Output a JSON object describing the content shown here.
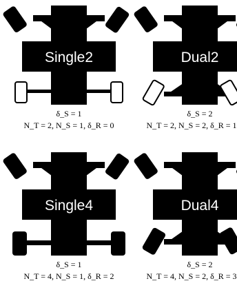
{
  "panels": [
    {
      "name": "Single2",
      "title": "Single2",
      "formula_line1": "δ_S = 1",
      "formula_line2": "N_T = 2, N_S = 1, δ_R = 0",
      "rear_wheels": "outline-straight"
    },
    {
      "name": "Dual2",
      "title": "Dual2",
      "formula_line1": "δ_S = 2",
      "formula_line2": "N_T = 2, N_S = 2, δ_R = 1",
      "rear_wheels": "outline-steered"
    },
    {
      "name": "Single4",
      "title": "Single4",
      "formula_line1": "δ_S = 1",
      "formula_line2": "N_T = 4, N_S = 1, δ_R = 2",
      "rear_wheels": "filled-straight"
    },
    {
      "name": "Dual4",
      "title": "Dual4",
      "formula_line1": "δ_S = 2",
      "formula_line2": "N_T = 4, N_S = 2, δ_R = 3",
      "rear_wheels": "filled-steered"
    }
  ],
  "colors": {
    "body": "#000000",
    "label": "#ffffff",
    "outline_wheel_fill": "#ffffff"
  }
}
